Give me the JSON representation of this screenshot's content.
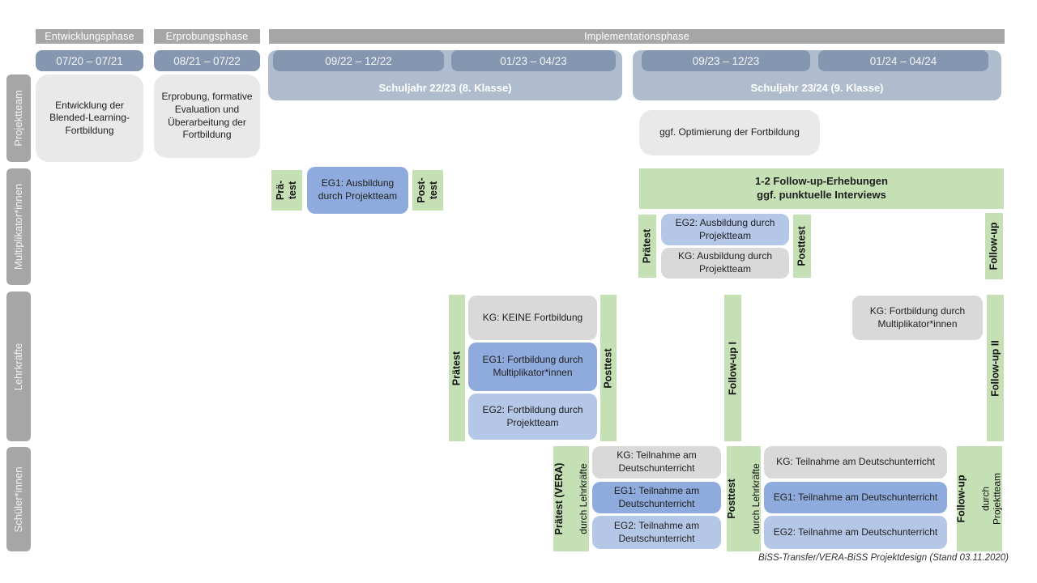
{
  "caption": "BiSS-Transfer/VERA-BiSS Projektdesign (Stand 03.11.2020)",
  "colors": {
    "header": "#a6a6a6",
    "date": "#8496b0",
    "container": "#aebccd",
    "boxgray": "#e9e9e9",
    "kg": "#d9d9d9",
    "eg1": "#8faadc",
    "eg2": "#b4c7e7",
    "green": "#c5e0b4"
  },
  "phases": {
    "entwicklung": "Entwicklungsphase",
    "erprobung": "Erprobungsphase",
    "implementation": "Implementationsphase"
  },
  "timeline": {
    "p1": "07/20 – 07/21",
    "p2": "08/21 – 07/22",
    "p3": "09/22 – 12/22",
    "p4": "01/23 – 04/23",
    "p5": "09/23 – 12/23",
    "p6": "01/24 – 04/24",
    "sy1": "Schuljahr 22/23 (8. Klasse)",
    "sy2": "Schuljahr 23/24 (9. Klasse)"
  },
  "sidebar": {
    "rows": [
      {
        "label": "Projektteam"
      },
      {
        "label": "Multiplikator*innen"
      },
      {
        "label": "Lehrkräfte"
      },
      {
        "label": "Schüler*innen"
      }
    ]
  },
  "projektteam": {
    "entwicklung": "Entwicklung der Blended-Learning-Fortbildung",
    "erprobung": "Erprobung, formative Evaluation und Überarbeitung der Fortbildung",
    "optimierung": "ggf. Optimierung der Fortbildung"
  },
  "multiplikatoren": {
    "praetest_split": "Prä-\ntest",
    "eg1": "EG1: Ausbildung durch Projektteam",
    "posttest_split": "Post-\ntest",
    "followup_box": "1-2 Follow-up-Erhebungen\nggf. punktuelle Interviews",
    "praetest": "Prätest",
    "eg2": "EG2: Ausbildung durch Projektteam",
    "kg": "KG: Ausbildung durch Projektteam",
    "posttest": "Posttest",
    "followup": "Follow-up"
  },
  "lehrkraefte": {
    "praetest": "Prätest",
    "kg": "KG: KEINE Fortbildung",
    "eg1": "EG1: Fortbildung durch Multiplikator*innen",
    "eg2": "EG2: Fortbildung durch Projektteam",
    "posttest": "Posttest",
    "followup1": "Follow-up I",
    "kg2": "KG: Fortbildung durch Multiplikator*innen",
    "followup2": "Follow-up II"
  },
  "schueler": {
    "praetest_bold": "Prätest (VERA)",
    "praetest_sub": "durch Lehrkräfte",
    "kg": "KG: Teilnahme am Deutschunterricht",
    "eg1": "EG1: Teilnahme am Deutschunterricht",
    "eg2": "EG2: Teilnahme am Deutschunterricht",
    "posttest_bold": "Posttest",
    "posttest_sub": "durch Lehrkräfte",
    "followup_bold": "Follow-up",
    "followup_sub": "durch\nProjektteam"
  }
}
